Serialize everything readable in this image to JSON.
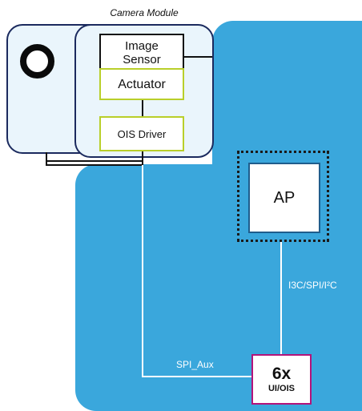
{
  "caption": "Camera Module",
  "camera_module": {
    "image_sensor": "Image\nSensor",
    "actuator": "Actuator",
    "ois_driver": "OIS Driver"
  },
  "processor": {
    "label": "AP"
  },
  "sensor_chip": {
    "label": "6x",
    "sublabel": "UI/OIS"
  },
  "connections": {
    "ap_link": "I3C/SPI/I²C",
    "aux_link": "SPI_Aux"
  },
  "colors": {
    "board": "#3aa7dc",
    "module_outline": "#1b2a5e",
    "module_fill": "#eaf5fc",
    "actuator_outline": "#b9cf2a",
    "sensor_chip_outline": "#b3137a",
    "ap_outline": "#1f5d8c"
  }
}
